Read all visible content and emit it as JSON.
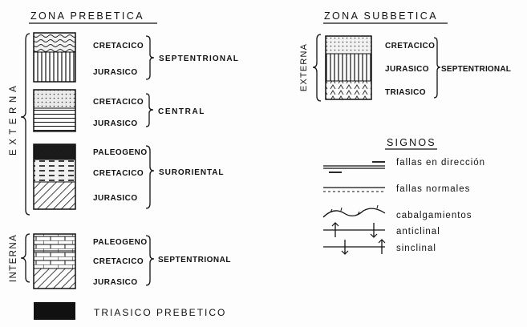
{
  "prebetica": {
    "title": "ZONA PREBETICA",
    "externa_label": "E X T E R N A",
    "interna_label": "INTERNA",
    "groups": [
      {
        "name": "SEPTENTRIONAL",
        "units": [
          "CRETACICO",
          "JURASICO"
        ]
      },
      {
        "name": "CENTRAL",
        "units": [
          "CRETACICO",
          "JURASICO"
        ]
      },
      {
        "name": "SURORIENTAL",
        "units": [
          "PALEOGENO",
          "CRETACICO",
          "JURASICO"
        ]
      },
      {
        "name": "SEPTENTRIONAL",
        "units": [
          "PALEOGENO",
          "CRETACICO",
          "JURASICO"
        ]
      }
    ],
    "triasico_label": "TRIASICO  PREBETICO"
  },
  "subbetica": {
    "title": "ZONA SUBBETICA",
    "externa_label": "EXTERNA",
    "group": {
      "name": "SEPTENTRIONAL",
      "units": [
        "CRETACICO",
        "JURASICO",
        "TRIASICO"
      ]
    }
  },
  "signos": {
    "title": "SIGNOS",
    "items": [
      "fallas en dirección",
      "fallas normales",
      "cabalgamientos",
      "anticlinal",
      "sinclinal"
    ]
  }
}
